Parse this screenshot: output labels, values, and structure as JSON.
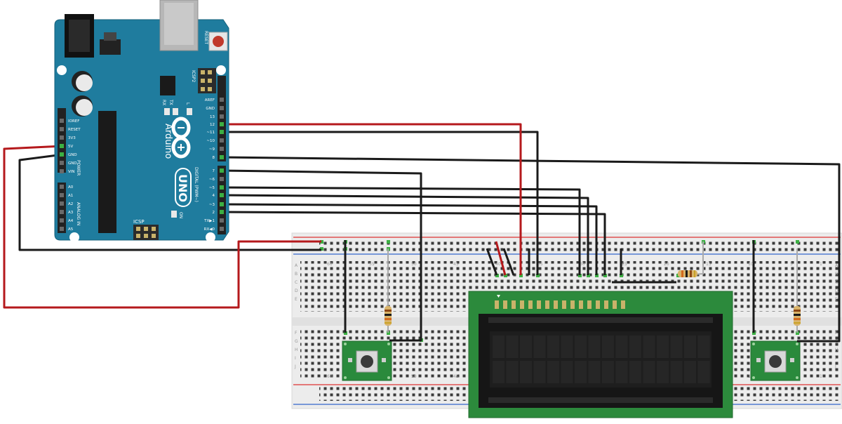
{
  "arduino": {
    "brand": "Arduino",
    "model": "UNO",
    "reset_label": "RESET",
    "icsp_label": "ICSP",
    "icsp2_label": "ICSP2",
    "tx_label": "TX",
    "rx_label": "RX",
    "l_label": "L",
    "on_label": "ON",
    "digital_label": "DIGITAL (PWM~)",
    "power_label": "POWER",
    "analog_label": "ANALOG IN",
    "power_pins": [
      "IOREF",
      "RESET",
      "3V3",
      "5V",
      "GND",
      "GND",
      "VIN"
    ],
    "analog_pins": [
      "A0",
      "A1",
      "A2",
      "A3",
      "A4",
      "A5"
    ],
    "digital_pins_upper": [
      "AREF",
      "GND",
      "13",
      "12",
      "~11",
      "~10",
      "~9",
      "8"
    ],
    "digital_pins_lower": [
      "7",
      "~6",
      "~5",
      "4",
      "~3",
      "2",
      "TX▶1",
      "RX◀0"
    ]
  },
  "breadboard": {
    "row_letters": [
      "A",
      "B",
      "C",
      "D",
      "E",
      "F",
      "G",
      "H",
      "I",
      "J"
    ],
    "column_numbers": [
      "60",
      "55",
      "50",
      "45",
      "40",
      "35",
      "30",
      "25",
      "20",
      "15",
      "10",
      "5",
      "1"
    ]
  },
  "colors": {
    "board_blue": "#1f7c9e",
    "wire_red": "#b5191c",
    "wire_black": "#1a1a1a",
    "lcd_pcb": "#2c8a3c",
    "button_pcb": "#2a8a3c"
  }
}
